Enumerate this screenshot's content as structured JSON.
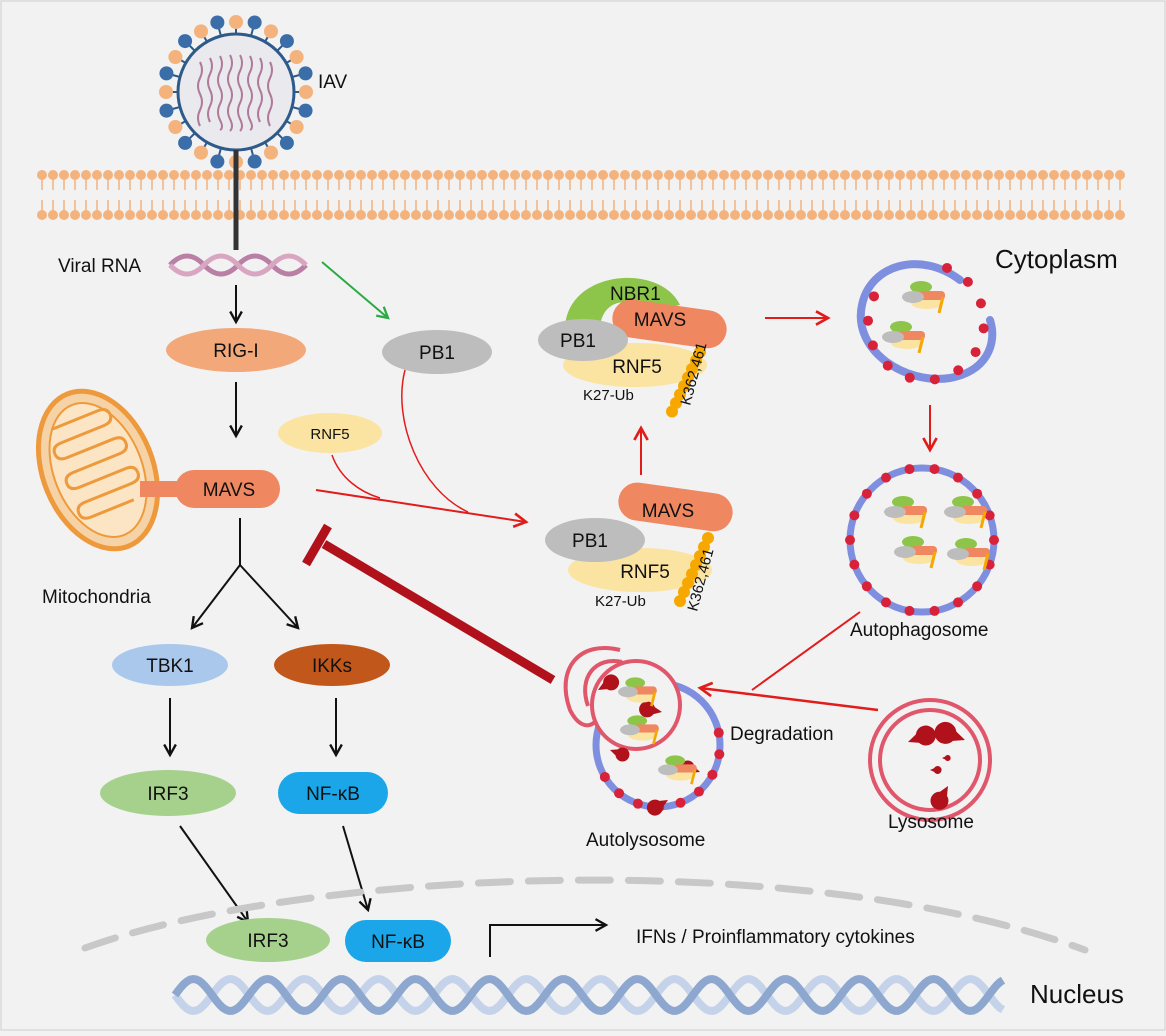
{
  "labels": {
    "iav": "IAV",
    "viral_rna": "Viral RNA",
    "cytoplasm": "Cytoplasm",
    "nucleus": "Nucleus",
    "rig_i": "RIG-I",
    "pb1": "PB1",
    "rnf5": "RNF5",
    "mavs": "MAVS",
    "mitochondria": "Mitochondria",
    "tbk1": "TBK1",
    "ikks": "IKKs",
    "irf3": "IRF3",
    "nfkb": "NF-κB",
    "nbr1": "NBR1",
    "k27_ub": "K27-Ub",
    "k362_461": "K362,461",
    "autophagosome": "Autophagosome",
    "autolysosome": "Autolysosome",
    "lysosome": "Lysosome",
    "degradation": "Degradation",
    "ifns": "IFNs / Proinflammatory cytokines"
  },
  "colors": {
    "background": "#f2f2f2",
    "rig_i": "#f2a878",
    "pb1": "#bdbdbd",
    "rnf5": "#fbe3a1",
    "mavs": "#ef8760",
    "mito_outer": "#ee9a3c",
    "tbk1": "#a9c8ec",
    "ikks": "#c2571b",
    "irf3": "#a6d18d",
    "nfkb": "#1aa6e8",
    "nbr1": "#8dc54a",
    "ub_chain": "#f6a800",
    "membrane_head": "#f4b27c",
    "vesicle": "#7f8fe0",
    "vesicle_dot": "#d8223a",
    "lysosome": "#e0566a",
    "red_arrow": "#e21b1b",
    "green_arrow": "#2caa44",
    "inhibit": "#b0111b",
    "dna": "#9fb4d6"
  }
}
